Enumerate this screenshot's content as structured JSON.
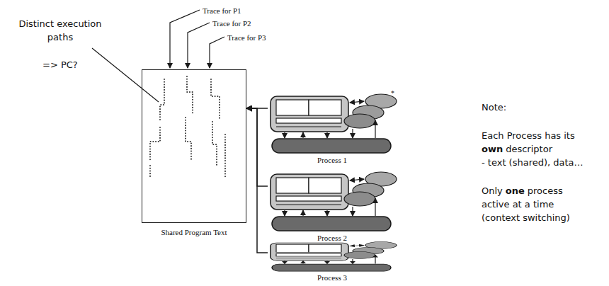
{
  "diagram": {
    "nodes": [
      {
        "text": [
          "Shared Program Text"
        ]
      },
      {
        "text": [
          "Process 1"
        ]
      },
      {
        "text": [
          "Process 2"
        ]
      },
      {
        "text": [
          "Process 3"
        ]
      }
    ],
    "edges": [
      {
        "from": 1,
        "to": 0,
        "arrow": "to"
      },
      {
        "from": 2,
        "to": 0,
        "arrow": "to"
      },
      {
        "from": 3,
        "to": 0,
        "arrow": "to"
      }
    ],
    "labels": [
      "Trace for P1",
      "Trace for P2",
      "Trace for P3",
      "Distinct execution paths",
      "=> PC?",
      "Note:",
      "Each Process has its",
      "own",
      "descriptor",
      "- text (shared), data…",
      "Only",
      "one",
      "process",
      "active at a time",
      "(context switching)",
      "*"
    ]
  }
}
